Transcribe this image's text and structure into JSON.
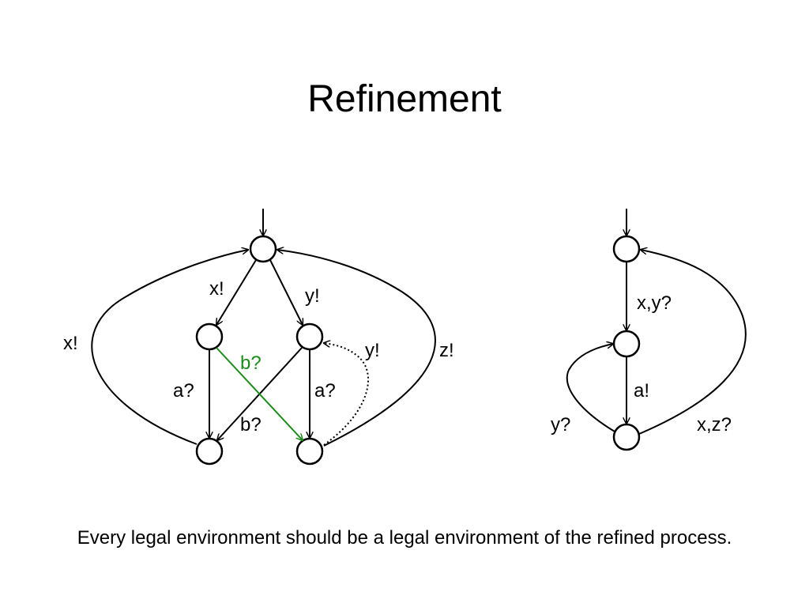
{
  "title": "Refinement",
  "caption": "Every legal environment should be a legal environment of the refined process.",
  "colors": {
    "edge": "#000000",
    "highlight": "#1a8c1a"
  },
  "left_automaton": {
    "labels": {
      "top_to_left": "x!",
      "top_to_right": "y!",
      "outer_left_loop": "x!",
      "left_down": "a?",
      "cross_green": "b?",
      "cross_black": "b?",
      "right_down": "a?",
      "dotted_back": "y!",
      "outer_right_loop": "z!"
    }
  },
  "right_automaton": {
    "labels": {
      "top_down": "x,y?",
      "middle_down": "a!",
      "bottom_to_middle": "y?",
      "bottom_to_top": "x,z?"
    }
  }
}
